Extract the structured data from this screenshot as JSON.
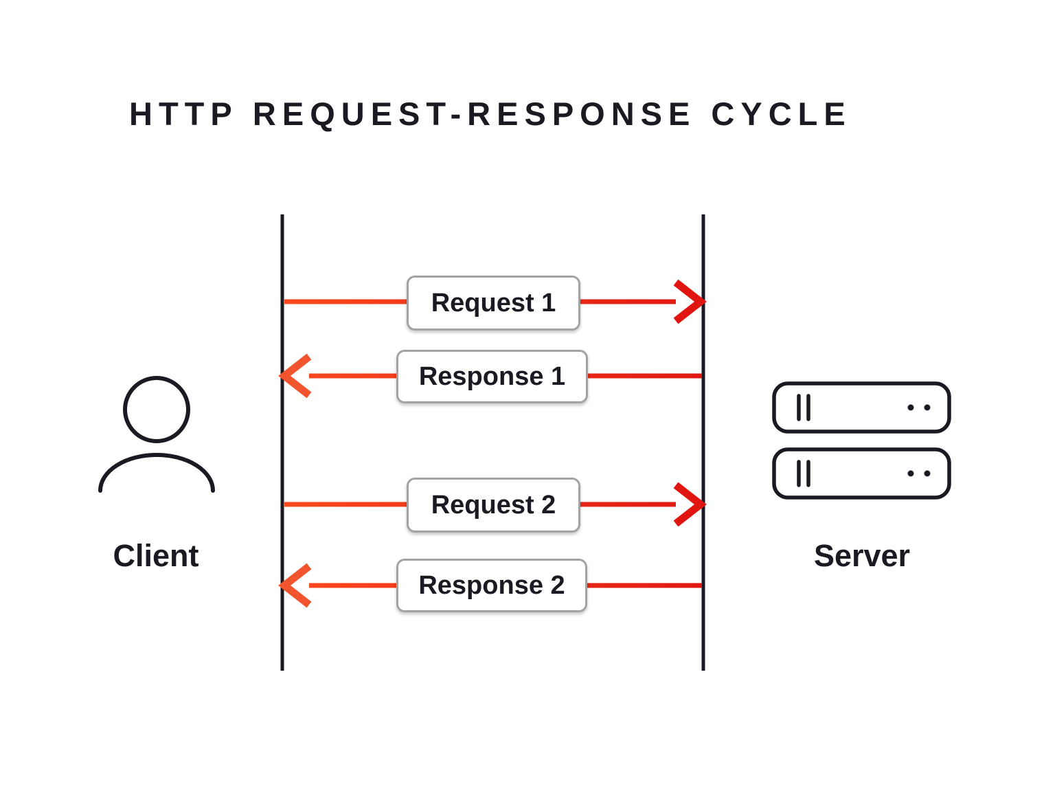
{
  "title": "HTTP REQUEST-RESPONSE CYCLE",
  "client": {
    "label": "Client"
  },
  "server": {
    "label": "Server"
  },
  "messages": [
    {
      "label": "Request 1",
      "direction": "client-to-server"
    },
    {
      "label": "Response 1",
      "direction": "server-to-client"
    },
    {
      "label": "Request 2",
      "direction": "client-to-server"
    },
    {
      "label": "Response 2",
      "direction": "server-to-client"
    }
  ],
  "colors": {
    "ink": "#1a1a22",
    "arrow_start": "#fb4a1e",
    "arrow_end": "#e01812",
    "arrowhead_left": "#f2542e",
    "arrowhead_right": "#e01510",
    "box_border": "#a3a3a3",
    "box_background": "#ffffff",
    "background": "#ffffff"
  }
}
